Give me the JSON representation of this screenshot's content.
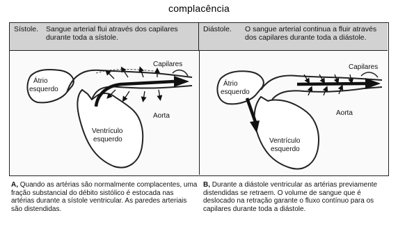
{
  "title": "complacência",
  "panels": {
    "left": {
      "phase": "Sístole.",
      "description": "Sangue arterial flui através dos capilares durante toda a sístole.",
      "labels": {
        "atrium_line1": "Átrio",
        "atrium_line2": "esquerdo",
        "capillaries": "Capilares",
        "aorta": "Aorta",
        "ventricle_line1": "Ventrículo",
        "ventricle_line2": "esquerdo"
      }
    },
    "right": {
      "phase": "Diástole.",
      "description": "O sangue arterial continua a fluir através dos capilares durante toda a diástole.",
      "labels": {
        "atrium_line1": "Átrio",
        "atrium_line2": "esquerdo",
        "capillaries": "Capilares",
        "aorta": "Aorta",
        "ventricle_line1": "Ventrículo",
        "ventricle_line2": "esquerdo"
      }
    }
  },
  "captions": {
    "left": {
      "letter": "A,",
      "text": "Quando as artérias são normalmente complacentes, uma fração substancial do débito sistólico é estocada nas artérias durante a sístole ventricular. As paredes arteriais são distendidas."
    },
    "right": {
      "letter": "B,",
      "text": "Durante a diástole ventricular as artérias previamente distendidas se retraem. O volume de sangue que é deslocado na retração garante o fluxo contínuo para os capilares durante toda a diástole."
    }
  },
  "colors": {
    "header_fill": "#d2d2d2",
    "line": "#222222"
  }
}
